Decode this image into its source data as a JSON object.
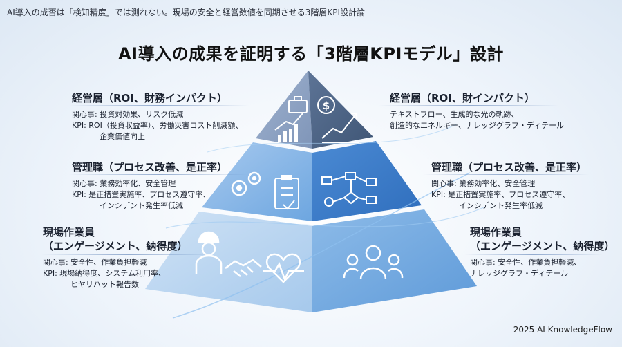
{
  "caption": "AI導入の成否は「検知精度」では測れない。現場の安全と経営数値を同期させる3階層KPI設計論",
  "title": "AI導入の成果を証明する「3階層KPIモデル」設計",
  "left": {
    "executive": {
      "heading": "経営層（ROI、財務インパクト）",
      "lines": [
        "関心事: 投資対効果、リスク低減",
        "KPI: ROI（投資収益率）、労働災害コスト削減額、",
        "企業価値向上"
      ]
    },
    "management": {
      "heading": "管理職（プロセス改善、是正率）",
      "lines": [
        "関心事: 業務効率化、安全管理",
        "KPI: 是正措置実施率、プロセス遵守率、",
        "インシデント発生率低減"
      ]
    },
    "field": {
      "heading1": "現場作業員",
      "heading2": "（エンゲージメント、納得度）",
      "lines": [
        "関心事: 安全性、作業負担軽減",
        "KPI: 現場納得度、システム利用率、",
        "ヒヤリハット報告数"
      ]
    }
  },
  "right": {
    "executive": {
      "heading": "経営層（ROI、財インパクト）",
      "lines": [
        "テキストフロー、生成的な光の軌跡、",
        "創造的なエネルギー、ナレッジグラフ・ディテール"
      ]
    },
    "management": {
      "heading": "管理職（プロセス改善、是正率）",
      "lines": [
        "関心事: 業務効率化、安全管理",
        "KPI: 是正措置実施率、プロセス遵守率、",
        "インシデント発生率低減"
      ]
    },
    "field": {
      "heading1": "現場作業員",
      "heading2": "（エンゲージメント、納得度）",
      "lines": [
        "関心事: 安全性、作業負担軽減、",
        "ナレッジグラフ・ディテール"
      ]
    }
  },
  "pyramid_icons": {
    "top": [
      "briefcase-icon",
      "dollar-coin-icon",
      "bar-chart-up-icon",
      "growth-arrow-icon"
    ],
    "middle": [
      "gears-icon",
      "clipboard-check-icon",
      "flowchart-icon"
    ],
    "bottom": [
      "worker-helmet-icon",
      "handshake-icon",
      "heart-pulse-icon",
      "team-people-icon"
    ]
  },
  "colors": {
    "tier_top": "#6f88ad",
    "tier_middle": "#4f89cf",
    "tier_bottom": "#8fbce6",
    "accent": "#3b7bd4"
  },
  "footer": "2025 AI KnowledgeFlow"
}
